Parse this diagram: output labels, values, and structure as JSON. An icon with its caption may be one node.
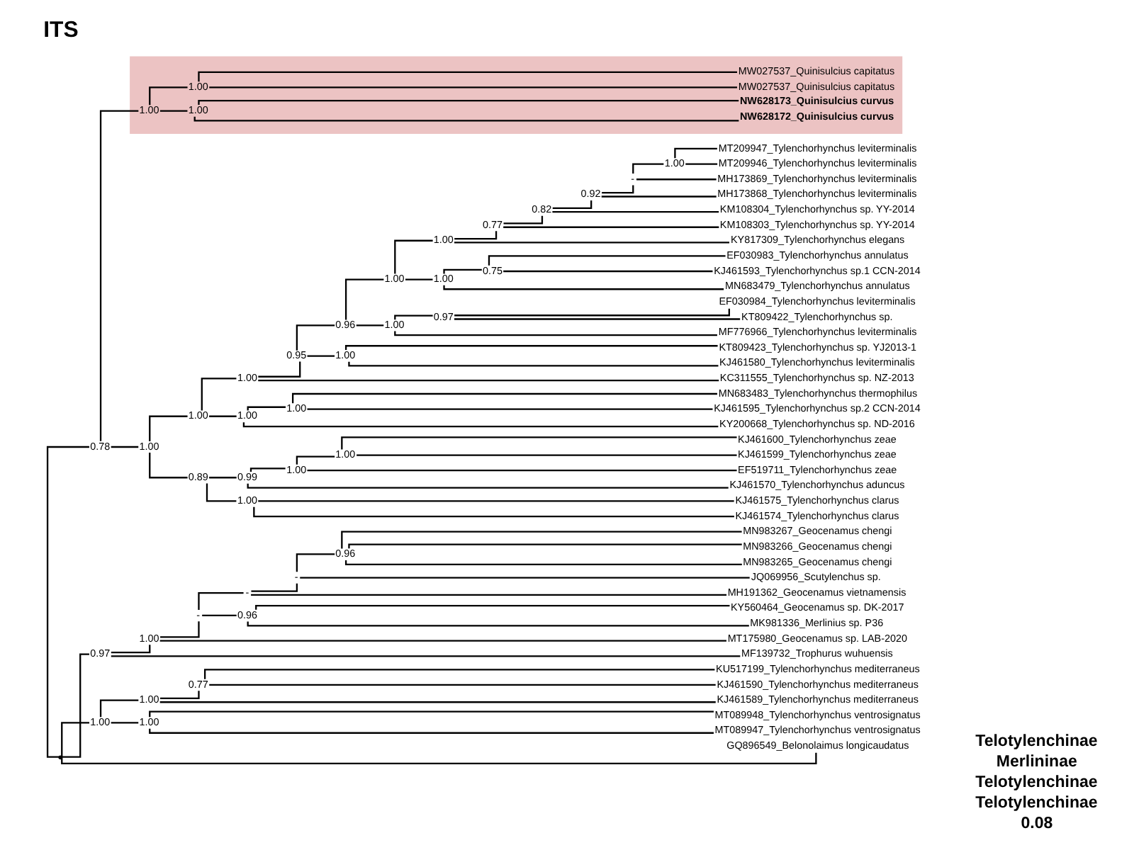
{
  "diagram": {
    "title": "ITS",
    "nodes": [
      {
        "text": [],
        "shape": "point"
      },
      {
        "text": [],
        "shape": "point",
        "beside": [
          "0.78"
        ]
      },
      {
        "text": [],
        "shape": "point",
        "beside": [
          "1.00"
        ]
      },
      {
        "text": [],
        "shape": "point",
        "beside": [
          "1.00"
        ]
      },
      {
        "text": [],
        "shape": "point",
        "beside": [
          "1.00"
        ]
      },
      {
        "text": [],
        "shape": "point",
        "beside": [
          "0.95"
        ]
      },
      {
        "text": [],
        "shape": "point",
        "beside": [
          "0.96"
        ]
      },
      {
        "text": [],
        "shape": "point",
        "beside": [
          "1.00"
        ]
      },
      {
        "text": [],
        "shape": "point",
        "beside": [
          "1.00"
        ]
      },
      {
        "text": [],
        "shape": "point",
        "beside": [
          "0.77"
        ]
      },
      {
        "text": [],
        "shape": "point",
        "beside": [
          "0.82"
        ]
      },
      {
        "text": [],
        "shape": "point",
        "beside": [
          "0.92"
        ]
      },
      {
        "text": [],
        "shape": "point",
        "beside": [
          "-"
        ]
      },
      {
        "text": [],
        "shape": "point",
        "beside": [
          "1.00"
        ]
      },
      {
        "text": [
          "MT209947_Tylenchorhynchus leviterminalis"
        ]
      },
      {
        "text": [
          "MT209946_Tylenchorhynchus leviterminalis"
        ]
      },
      {
        "text": [
          "MH173869_Tylenchorhynchus leviterminalis"
        ]
      },
      {
        "text": [
          "MH173868_Tylenchorhynchus leviterminalis"
        ]
      },
      {
        "text": [
          "KM108304_Tylenchorhynchus sp. YY-2014"
        ]
      },
      {
        "text": [
          "KM108303_Tylenchorhynchus sp. YY-2014"
        ]
      },
      {
        "text": [
          "KY817309_Tylenchorhynchus elegans"
        ]
      },
      {
        "text": [],
        "shape": "point",
        "beside": [
          "1.00"
        ]
      },
      {
        "text": [],
        "shape": "point",
        "beside": [
          "0.75"
        ]
      },
      {
        "text": [
          "EF030983_Tylenchorhynchus annulatus"
        ]
      },
      {
        "text": [
          "KJ461593_Tylenchorhynchus sp.1 CCN-2014"
        ]
      },
      {
        "text": [
          "MN683479_Tylenchorhynchus annulatus"
        ]
      },
      {
        "text": [],
        "shape": "point",
        "beside": [
          "1.00"
        ]
      },
      {
        "text": [],
        "shape": "point",
        "beside": [
          "0.97"
        ]
      },
      {
        "text": [
          "EF030984_Tylenchorhynchus leviterminalis"
        ]
      },
      {
        "text": [
          "KT809422_Tylenchorhynchus sp."
        ]
      },
      {
        "text": [
          "MF776966_Tylenchorhynchus leviterminalis"
        ]
      },
      {
        "text": [],
        "shape": "point",
        "beside": [
          "1.00"
        ]
      },
      {
        "text": [
          "KT809423_Tylenchorhynchus sp. YJ2013-1"
        ]
      },
      {
        "text": [
          "KJ461580_Tylenchorhynchus leviterminalis"
        ]
      },
      {
        "text": [
          "KC311555_Tylenchorhynchus sp. NZ-2013"
        ]
      },
      {
        "text": [],
        "shape": "point",
        "beside": [
          "1.00"
        ]
      },
      {
        "text": [],
        "shape": "point",
        "beside": [
          "1.00"
        ]
      },
      {
        "text": [
          "MN683483_Tylenchorhynchus thermophilus"
        ]
      },
      {
        "text": [
          "KJ461595_Tylenchorhynchus sp.2 CCN-2014"
        ]
      },
      {
        "text": [
          "KY200668_Tylenchorhynchus sp. ND-2016"
        ]
      },
      {
        "text": [],
        "shape": "point",
        "beside": [
          "0.89"
        ]
      },
      {
        "text": [],
        "shape": "point",
        "beside": [
          "0.99"
        ]
      },
      {
        "text": [],
        "shape": "point",
        "beside": [
          "1.00"
        ]
      },
      {
        "text": [],
        "shape": "point",
        "beside": [
          "1.00"
        ]
      },
      {
        "text": [
          "KJ461600_Tylenchorhynchus zeae"
        ]
      },
      {
        "text": [
          "KJ461599_Tylenchorhynchus zeae"
        ]
      },
      {
        "text": [
          "EF519711_Tylenchorhynchus zeae"
        ]
      },
      {
        "text": [
          "KJ461570_Tylenchorhynchus aduncus"
        ]
      },
      {
        "text": [],
        "shape": "point",
        "beside": [
          "1.00"
        ]
      },
      {
        "text": [
          "KJ461575_Tylenchorhynchus clarus"
        ]
      },
      {
        "text": [
          "KJ461574_Tylenchorhynchus clarus"
        ]
      },
      {
        "text": [],
        "shape": "box"
      },
      {
        "text": [],
        "shape": "point",
        "beside": [
          "1.00"
        ],
        "in": 51
      },
      {
        "text": [],
        "shape": "point",
        "beside": [
          "1.00"
        ],
        "in": 51
      },
      {
        "text": [
          "NW628172_Quinisulcius curvus"
        ],
        "in": 51
      },
      {
        "text": [
          "NW628173_Quinisulcius curvus"
        ],
        "in": 51
      },
      {
        "text": [],
        "shape": "point",
        "beside": [
          "1.00"
        ],
        "in": 51
      },
      {
        "text": [
          "MW027537_Quinisulcius capitatus"
        ],
        "in": 51
      },
      {
        "text": [
          "MW027537_Quinisulcius capitatus"
        ],
        "in": 51
      },
      {
        "text": [],
        "shape": "point",
        "beside": [
          "0.97"
        ]
      },
      {
        "text": [],
        "shape": "point",
        "beside": [
          "1.00"
        ]
      },
      {
        "text": [],
        "shape": "point",
        "beside": [
          "-"
        ]
      },
      {
        "text": [],
        "shape": "point",
        "beside": [
          "-"
        ]
      },
      {
        "text": [],
        "shape": "point",
        "beside": [
          "-"
        ]
      },
      {
        "text": [],
        "shape": "point",
        "beside": [
          "0.96"
        ]
      },
      {
        "text": [
          "MN983267_Geocenamus chengi"
        ]
      },
      {
        "text": [
          "MN983266_Geocenamus chengi"
        ]
      },
      {
        "text": [
          "MN983265_Geocenamus chengi"
        ]
      },
      {
        "text": [
          "JQ069956_Scutylenchus sp."
        ]
      },
      {
        "text": [
          "MH191362_Geocenamus vietnamensis"
        ]
      },
      {
        "text": [],
        "shape": "point",
        "beside": [
          "0.96"
        ]
      },
      {
        "text": [
          "KY560464_Geocenamus sp. DK-2017"
        ]
      },
      {
        "text": [
          "MK981336_Merlinius sp. P36"
        ]
      },
      {
        "text": [
          "MT175980_Geocenamus sp. LAB-2020"
        ]
      },
      {
        "text": [
          "MF139732_Trophurus wuhuensis"
        ]
      },
      {
        "text": [],
        "shape": "point",
        "beside": [
          "1.00"
        ]
      },
      {
        "text": [],
        "shape": "point",
        "beside": [
          "1.00"
        ]
      },
      {
        "text": [],
        "shape": "point",
        "beside": [
          "0.77"
        ]
      },
      {
        "text": [
          "KU517199_Tylenchorhynchus mediterraneus"
        ]
      },
      {
        "text": [
          "KJ461590_Tylenchorhynchus mediterraneus"
        ]
      },
      {
        "text": [
          "KJ461589_Tylenchorhynchus mediterraneus"
        ]
      },
      {
        "text": [],
        "shape": "point",
        "beside": [
          "1.00"
        ]
      },
      {
        "text": [
          "MT089948_Tylenchorhynchus ventrosignatus"
        ]
      },
      {
        "text": [
          "MT089947_Tylenchorhynchus ventrosignatus"
        ]
      },
      {
        "text": [
          "GQ896549_Belonolaimus longicaudatus"
        ]
      }
    ],
    "edges": [
      {
        "from": 0,
        "to": 1,
        "arrow": "none"
      },
      {
        "from": 1,
        "to": 2,
        "arrow": "none"
      },
      {
        "from": 2,
        "to": 3,
        "arrow": "none"
      },
      {
        "from": 3,
        "to": 4,
        "arrow": "none"
      },
      {
        "from": 4,
        "to": 5,
        "arrow": "none"
      },
      {
        "from": 5,
        "to": 6,
        "arrow": "none"
      },
      {
        "from": 6,
        "to": 7,
        "arrow": "none"
      },
      {
        "from": 7,
        "to": 8,
        "arrow": "none"
      },
      {
        "from": 8,
        "to": 9,
        "arrow": "none"
      },
      {
        "from": 9,
        "to": 10,
        "arrow": "none"
      },
      {
        "from": 10,
        "to": 11,
        "arrow": "none"
      },
      {
        "from": 11,
        "to": 12,
        "arrow": "none"
      },
      {
        "from": 12,
        "to": 13,
        "arrow": "none"
      },
      {
        "from": 13,
        "to": 14,
        "arrow": "none"
      },
      {
        "from": 13,
        "to": 15,
        "arrow": "none"
      },
      {
        "from": 12,
        "to": 16,
        "arrow": "none"
      },
      {
        "from": 11,
        "to": 17,
        "arrow": "none"
      },
      {
        "from": 10,
        "to": 18,
        "arrow": "none"
      },
      {
        "from": 9,
        "to": 19,
        "arrow": "none"
      },
      {
        "from": 8,
        "to": 20,
        "arrow": "none"
      },
      {
        "from": 7,
        "to": 21,
        "arrow": "none"
      },
      {
        "from": 21,
        "to": 22,
        "arrow": "none"
      },
      {
        "from": 22,
        "to": 23,
        "arrow": "none"
      },
      {
        "from": 22,
        "to": 24,
        "arrow": "none"
      },
      {
        "from": 21,
        "to": 25,
        "arrow": "none"
      },
      {
        "from": 6,
        "to": 26,
        "arrow": "none"
      },
      {
        "from": 26,
        "to": 27,
        "arrow": "none"
      },
      {
        "from": 27,
        "to": 28,
        "arrow": "none"
      },
      {
        "from": 27,
        "to": 29,
        "arrow": "none"
      },
      {
        "from": 26,
        "to": 30,
        "arrow": "none"
      },
      {
        "from": 5,
        "to": 31,
        "arrow": "none"
      },
      {
        "from": 31,
        "to": 32,
        "arrow": "none"
      },
      {
        "from": 31,
        "to": 33,
        "arrow": "none"
      },
      {
        "from": 4,
        "to": 34,
        "arrow": "none"
      },
      {
        "from": 3,
        "to": 35,
        "arrow": "none"
      },
      {
        "from": 35,
        "to": 36,
        "arrow": "none"
      },
      {
        "from": 36,
        "to": 37,
        "arrow": "none"
      },
      {
        "from": 36,
        "to": 38,
        "arrow": "none"
      },
      {
        "from": 35,
        "to": 39,
        "arrow": "none"
      },
      {
        "from": 2,
        "to": 40,
        "arrow": "none"
      },
      {
        "from": 40,
        "to": 41,
        "arrow": "none"
      },
      {
        "from": 41,
        "to": 42,
        "arrow": "none"
      },
      {
        "from": 42,
        "to": 43,
        "arrow": "none"
      },
      {
        "from": 43,
        "to": 44,
        "arrow": "none"
      },
      {
        "from": 43,
        "to": 45,
        "arrow": "none"
      },
      {
        "from": 42,
        "to": 46,
        "arrow": "none"
      },
      {
        "from": 41,
        "to": 47,
        "arrow": "none"
      },
      {
        "from": 40,
        "to": 48,
        "arrow": "none"
      },
      {
        "from": 48,
        "to": 49,
        "arrow": "none"
      },
      {
        "from": 48,
        "to": 50,
        "arrow": "none"
      },
      {
        "from": 1,
        "to": 52,
        "arrow": "none"
      },
      {
        "from": 52,
        "to": 53,
        "arrow": "none"
      },
      {
        "from": 53,
        "to": 54,
        "arrow": "none"
      },
      {
        "from": 53,
        "to": 55,
        "arrow": "none"
      },
      {
        "from": 52,
        "to": 56,
        "arrow": "none"
      },
      {
        "from": 56,
        "to": 57,
        "arrow": "none"
      },
      {
        "from": 56,
        "to": 58,
        "arrow": "none"
      },
      {
        "from": 0,
        "to": 59,
        "arrow": "none"
      },
      {
        "from": 59,
        "to": 60,
        "arrow": "none"
      },
      {
        "from": 60,
        "to": 61,
        "arrow": "none"
      },
      {
        "from": 61,
        "to": 62,
        "arrow": "none"
      },
      {
        "from": 62,
        "to": 63,
        "arrow": "none"
      },
      {
        "from": 63,
        "to": 64,
        "arrow": "none"
      },
      {
        "from": 64,
        "to": 65,
        "arrow": "none"
      },
      {
        "from": 64,
        "to": 66,
        "arrow": "none"
      },
      {
        "from": 64,
        "to": 67,
        "arrow": "none"
      },
      {
        "from": 63,
        "to": 68,
        "arrow": "none"
      },
      {
        "from": 62,
        "to": 69,
        "arrow": "none"
      },
      {
        "from": 61,
        "to": 70,
        "arrow": "none"
      },
      {
        "from": 70,
        "to": 71,
        "arrow": "none"
      },
      {
        "from": 70,
        "to": 72,
        "arrow": "none"
      },
      {
        "from": 60,
        "to": 73,
        "arrow": "none"
      },
      {
        "from": 59,
        "to": 74,
        "arrow": "none"
      },
      {
        "from": 0,
        "to": 75,
        "arrow": "none"
      },
      {
        "from": 75,
        "to": 76,
        "arrow": "none"
      },
      {
        "from": 76,
        "to": 77,
        "arrow": "none"
      },
      {
        "from": 77,
        "to": 78,
        "arrow": "none"
      },
      {
        "from": 77,
        "to": 79,
        "arrow": "none"
      },
      {
        "from": 76,
        "to": 80,
        "arrow": "none"
      },
      {
        "from": 75,
        "to": 81,
        "arrow": "none"
      },
      {
        "from": 81,
        "to": 82,
        "arrow": "none"
      },
      {
        "from": 81,
        "to": 83,
        "arrow": "none"
      },
      {
        "from": 0,
        "to": 84,
        "arrow": "none"
      }
    ],
    "labels": [
      "Telotylenchinae",
      "Merlininae",
      "Telotylenchinae",
      "Telotylenchinae",
      "0.08"
    ]
  }
}
